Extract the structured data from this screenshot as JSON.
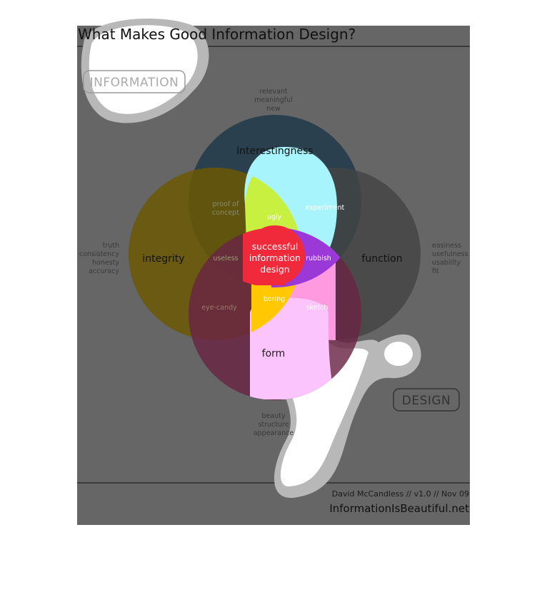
{
  "title": "What Makes Good Information Design?",
  "badges": {
    "information": "INFORMATION",
    "design": "DESIGN"
  },
  "circles": {
    "interestingness": {
      "label": "interestingness",
      "attributes": [
        "relevant",
        "meaningful",
        "new"
      ]
    },
    "integrity": {
      "label": "integrity",
      "attributes": [
        "truth",
        "consistency",
        "honesty",
        "accuracy"
      ]
    },
    "function": {
      "label": "function",
      "attributes": [
        "easiness",
        "usefulness",
        "usability",
        "fit"
      ]
    },
    "form": {
      "label": "form",
      "attributes": [
        "beauty",
        "structure",
        "appearance"
      ]
    }
  },
  "overlaps": {
    "proof_of_concept": [
      "proof of",
      "concept"
    ],
    "ugly": "ugly",
    "experiment": "experiment",
    "useless": "useless",
    "rubbish": "rubbish",
    "eye_candy": "eye-candy",
    "boring": "boring",
    "sketch": "sketch",
    "center": [
      "successful",
      "information",
      "design"
    ]
  },
  "footer": {
    "credit": "David McCandless // v1.0 // Nov 09",
    "site": "InformationIsBeautiful.net"
  },
  "colors": {
    "interestingness": "#2e4a5c",
    "integrity": "#6e5a08",
    "function": "#4d4d4d",
    "form": "#6a2a48",
    "center": "#f02a3a",
    "ugly": "#c8f040",
    "experiment": "#a8f4fc",
    "rubbish": "#9a38d8",
    "boring": "#ffc800",
    "sketch": "#ff9ae0",
    "form_highlight": "#fcc4fc",
    "backdrop": "#666666",
    "white_blob": "#ffffff",
    "gray_blob": "#b8b8b8"
  }
}
